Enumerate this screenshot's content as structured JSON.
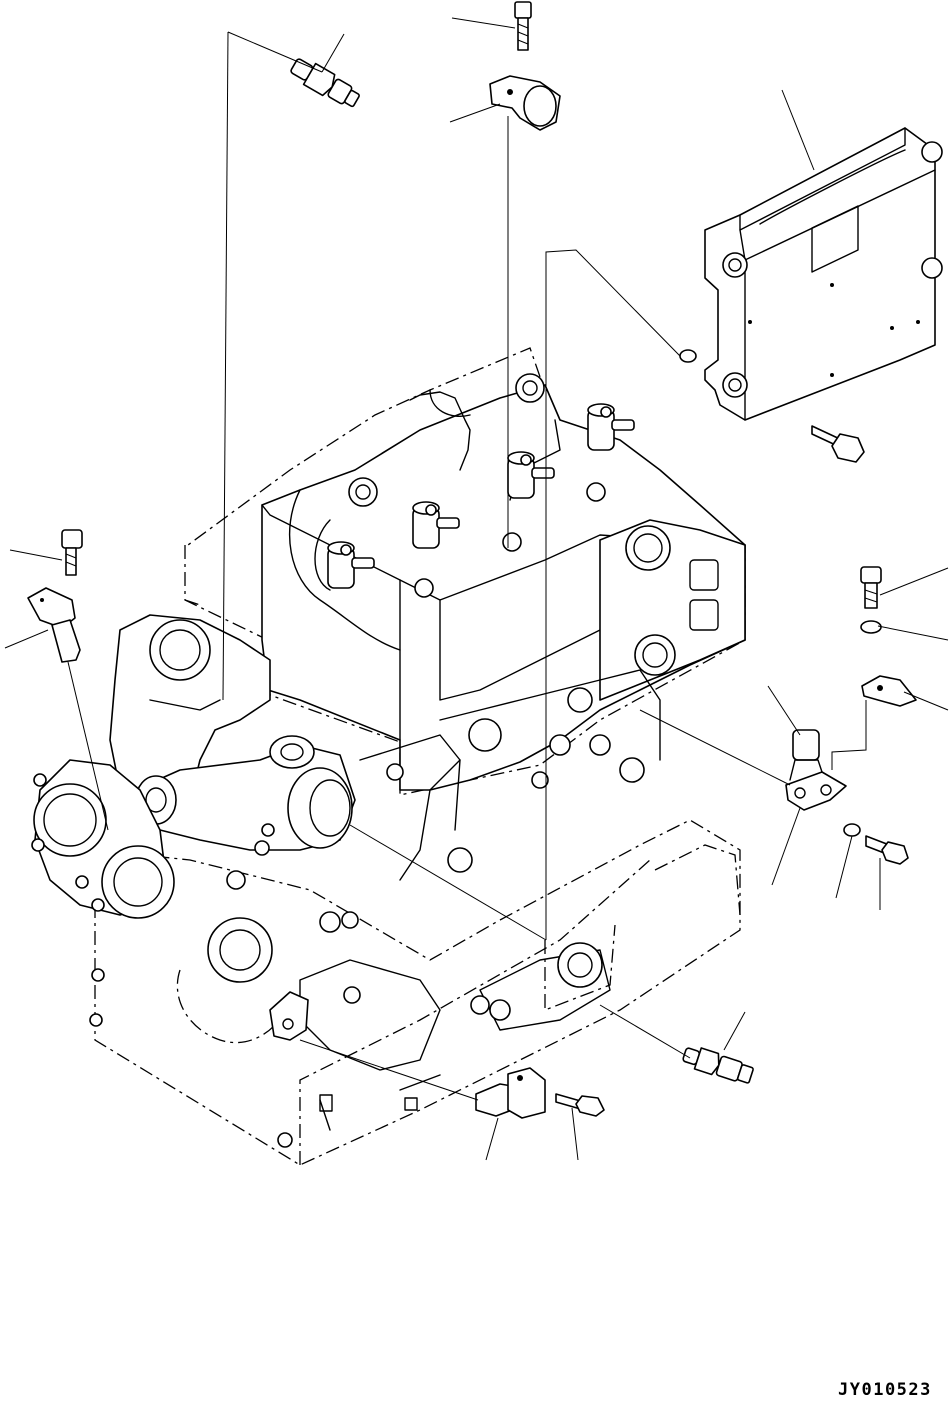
{
  "drawing": {
    "id": "JY010523",
    "parts": [
      "engine-block",
      "engine-controller",
      "fuel-injector",
      "speed-sensor",
      "pressure-sensor",
      "temperature-sensor",
      "mounting-bracket",
      "bolt",
      "washer"
    ]
  }
}
